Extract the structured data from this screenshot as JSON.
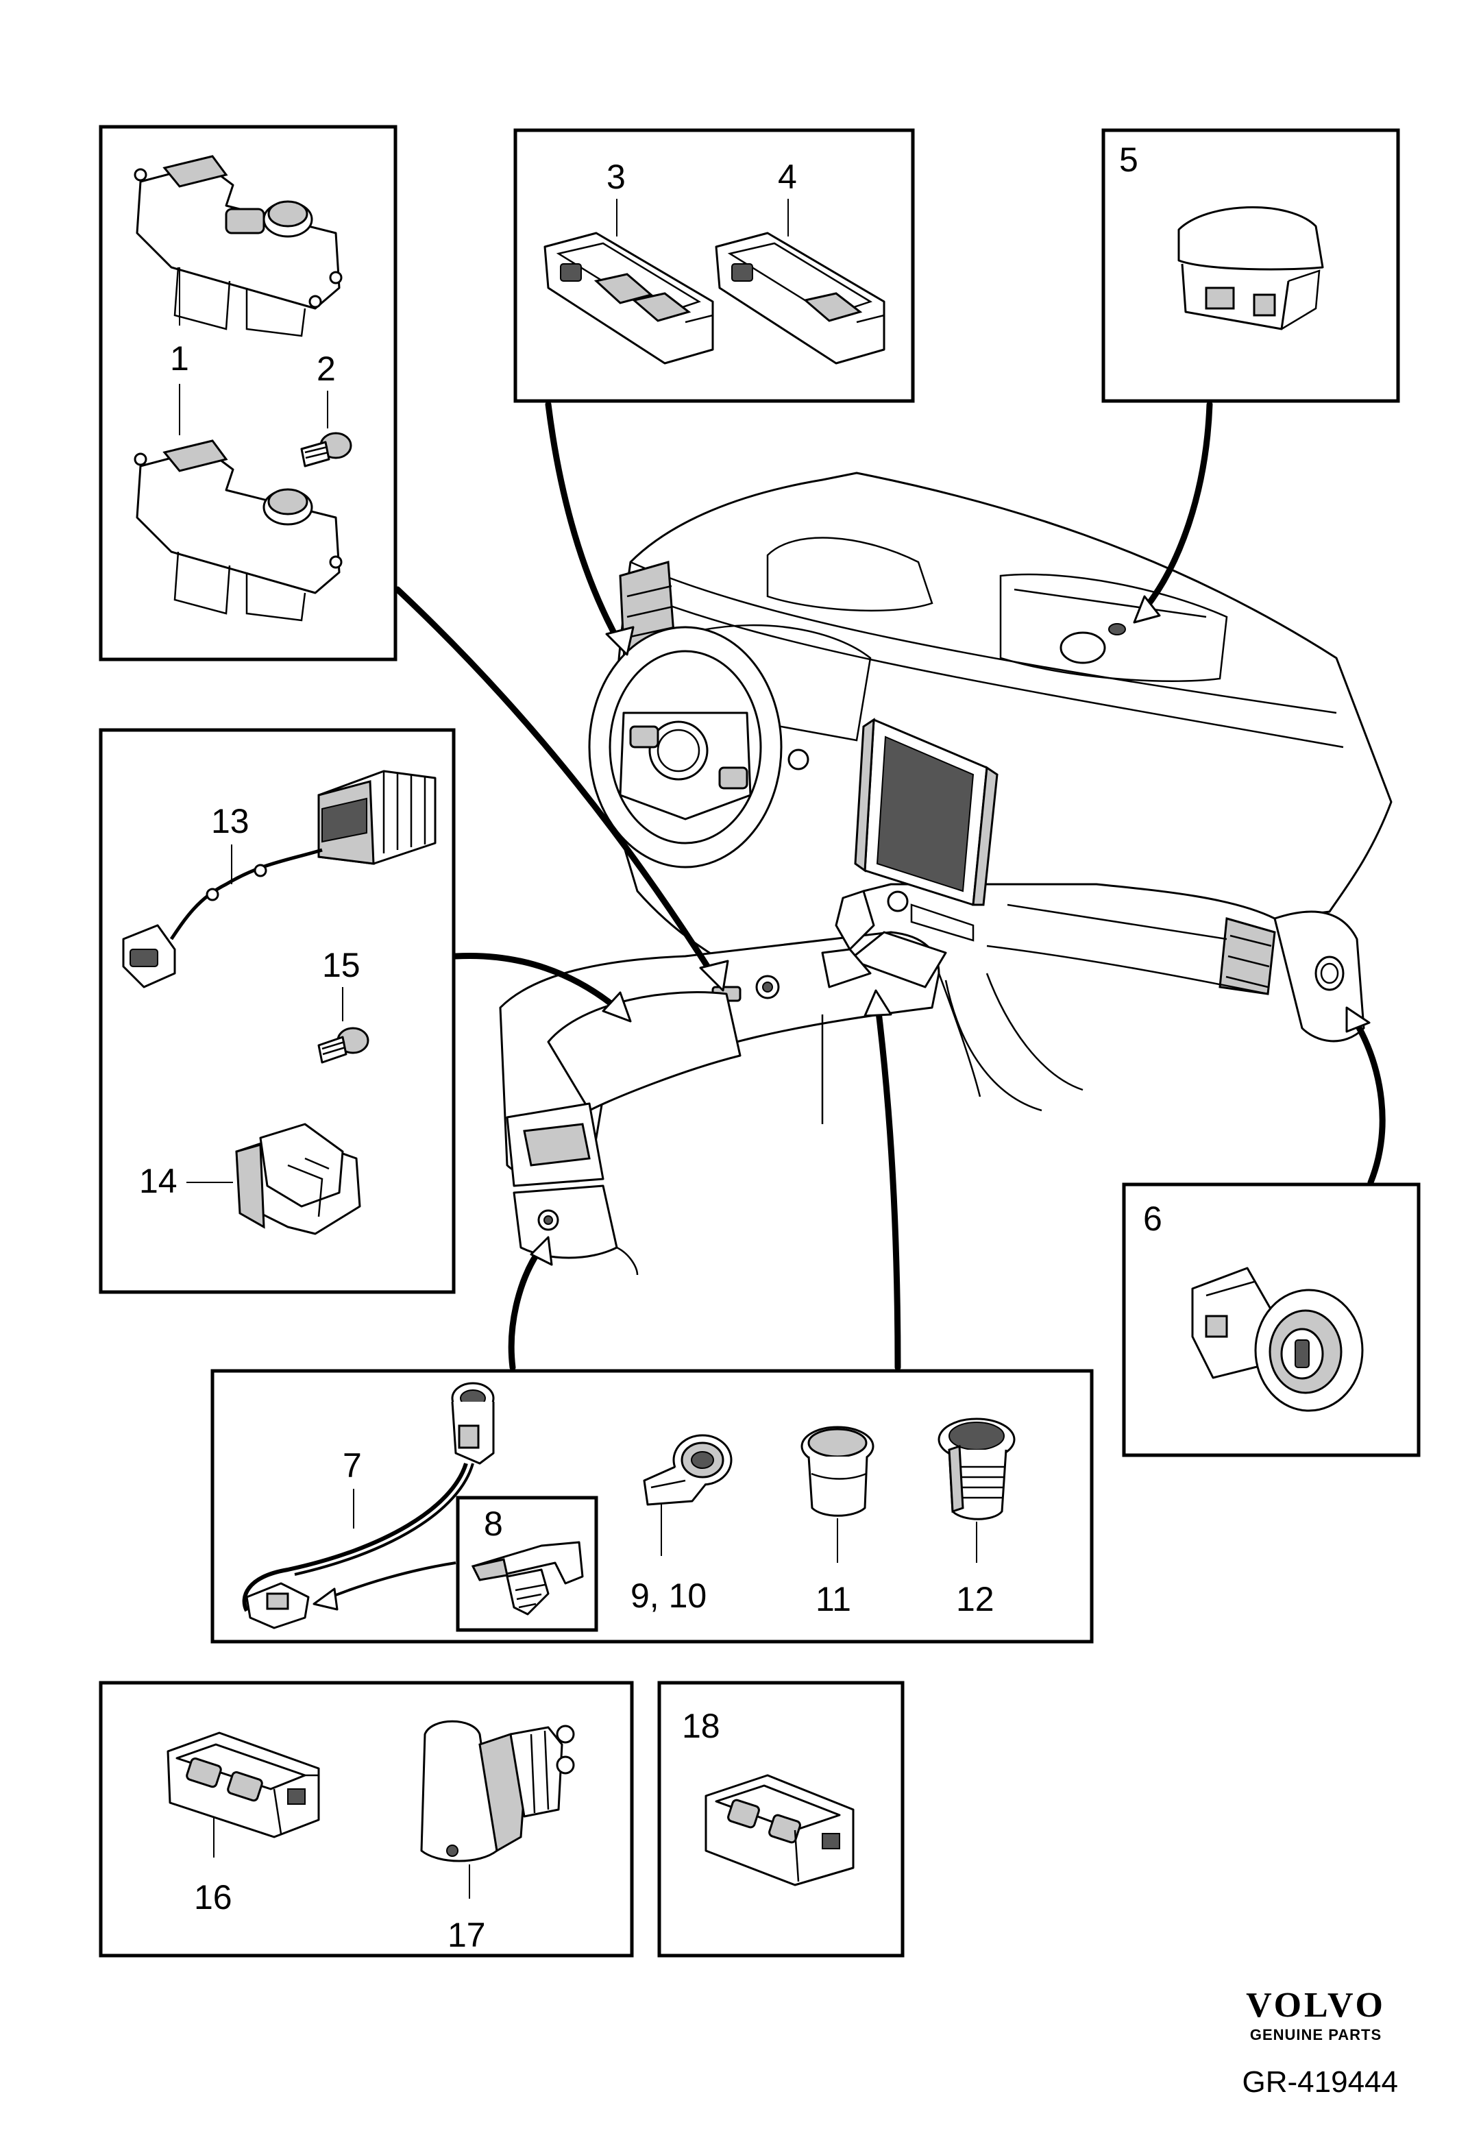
{
  "callouts": {
    "c1": "1",
    "c2": "2",
    "c3": "3",
    "c4": "4",
    "c5": "5",
    "c6": "6",
    "c7": "7",
    "c8": "8",
    "c9_10": "9, 10",
    "c11": "11",
    "c12": "12",
    "c13": "13",
    "c14": "14",
    "c15": "15",
    "c16": "16",
    "c17": "17",
    "c18": "18"
  },
  "brand": {
    "name": "VOLVO",
    "subtitle": "GENUINE PARTS"
  },
  "reference": "GR-419444",
  "icons": [
    "window-switch-icon",
    "screw-icon",
    "dash-switch-icon",
    "button-icon",
    "ignition-knob-icon",
    "usb-socket-icon",
    "clip-icon",
    "cigarette-lighter-icon",
    "module-icon",
    "tailgate-switch-icon",
    "seat-switch-icon",
    "dashboard-icon"
  ]
}
